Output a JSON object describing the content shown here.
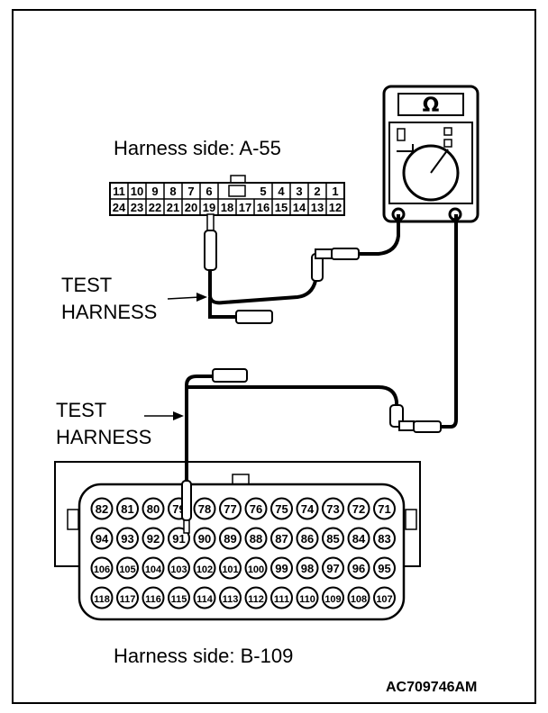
{
  "labels": {
    "a55_title": "Harness side: A-55",
    "b109_title": "Harness side: B-109",
    "test_harness_1": [
      "TEST",
      "HARNESS"
    ],
    "test_harness_2": [
      "TEST",
      "HARNESS"
    ],
    "figure_code": "AC709746AM",
    "meter_symbol": "Ω"
  },
  "connector_a55": {
    "row1": [
      "11",
      "10",
      "9",
      "8",
      "7",
      "6",
      "",
      "",
      "5",
      "4",
      "3",
      "2",
      "1"
    ],
    "row2": [
      "24",
      "23",
      "22",
      "21",
      "20",
      "19",
      "18",
      "17",
      "16",
      "15",
      "14",
      "13",
      "12"
    ],
    "probed_pin": "19"
  },
  "connector_b109": {
    "rows": [
      [
        "82",
        "81",
        "80",
        "79",
        "78",
        "77",
        "76",
        "75",
        "74",
        "73",
        "72",
        "71"
      ],
      [
        "94",
        "93",
        "92",
        "91",
        "90",
        "89",
        "88",
        "87",
        "86",
        "85",
        "84",
        "83"
      ],
      [
        "106",
        "105",
        "104",
        "103",
        "102",
        "101",
        "100",
        "99",
        "98",
        "97",
        "96",
        "95"
      ],
      [
        "118",
        "117",
        "116",
        "115",
        "114",
        "113",
        "112",
        "111",
        "110",
        "109",
        "108",
        "107"
      ]
    ],
    "probed_pin": "91"
  }
}
